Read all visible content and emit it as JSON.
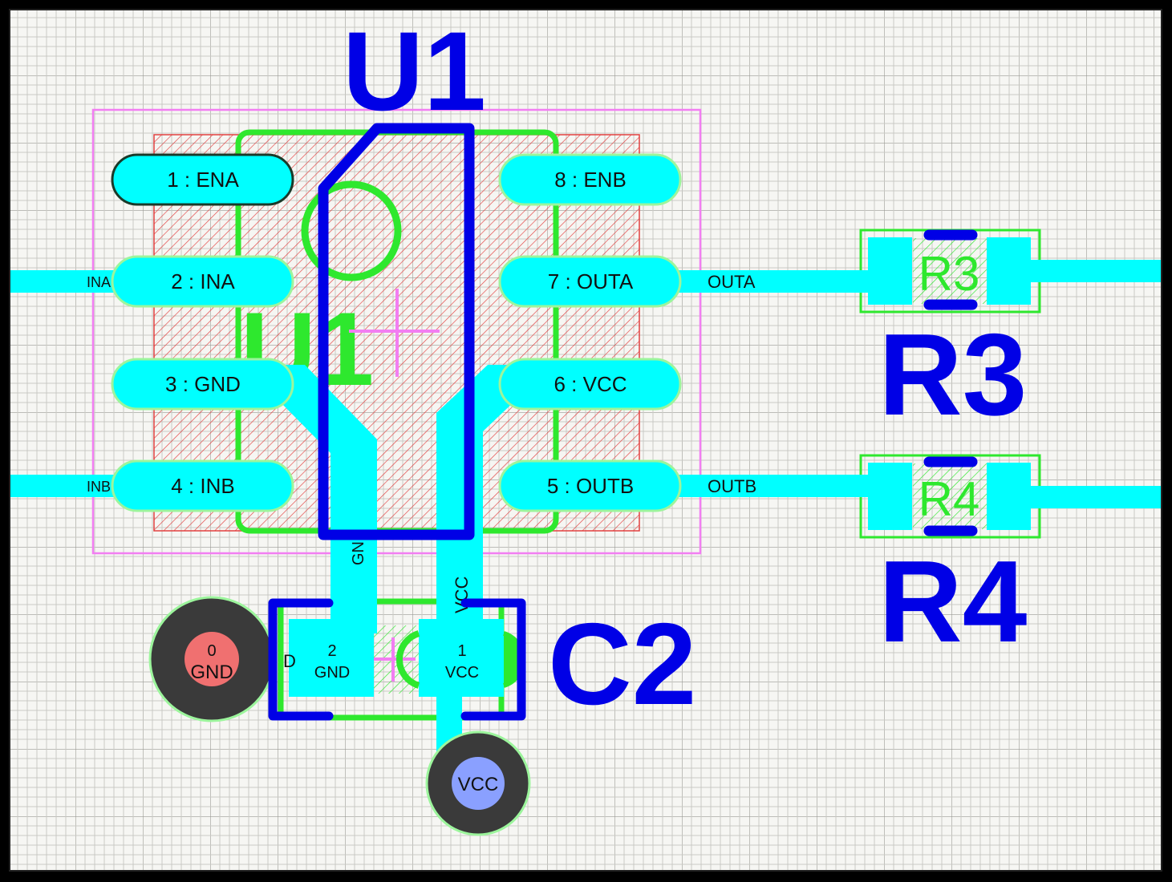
{
  "colors": {
    "board_bg": "#f6f6f3",
    "grid_minor": "#c9c9c4",
    "grid_major": "#9a9a94",
    "copper": "#00ffff",
    "pad_outline": "#9cf59c",
    "courtyard": "#f27ef2",
    "fab_outline": "#2ee82e",
    "silkscreen": "#0000e6",
    "hatch": "#e24040",
    "via_ring": "#3a3a3a",
    "gnd_fill": "#f07070",
    "vcc_fill": "#8aa0ff"
  },
  "components": {
    "u1": {
      "ref": "U1",
      "fab_ref": "U1"
    },
    "r3": {
      "ref": "R3",
      "fab_ref": "R3"
    },
    "r4": {
      "ref": "R4",
      "fab_ref": "R4"
    },
    "c2": {
      "ref": "C2"
    }
  },
  "pads": {
    "u1_1": "1 : ENA",
    "u1_2": "2 : INA",
    "u1_3": "3 : GND",
    "u1_4": "4 : INB",
    "u1_5": "5 : OUTB",
    "u1_6": "6 : VCC",
    "u1_7": "7 : OUTA",
    "u1_8": "8 : ENB",
    "c2_2_num": "2",
    "c2_2_net": "GND",
    "c2_1_num": "1",
    "c2_1_net": "VCC",
    "c2_partial": "D"
  },
  "vias": {
    "gnd_num": "0",
    "gnd_net": "GND",
    "vcc_net": "VCC"
  },
  "nets": {
    "ina": "INA",
    "inb": "INB",
    "outa": "OUTA",
    "outb": "OUTB",
    "gnd": "GND",
    "vcc": "VCC"
  }
}
